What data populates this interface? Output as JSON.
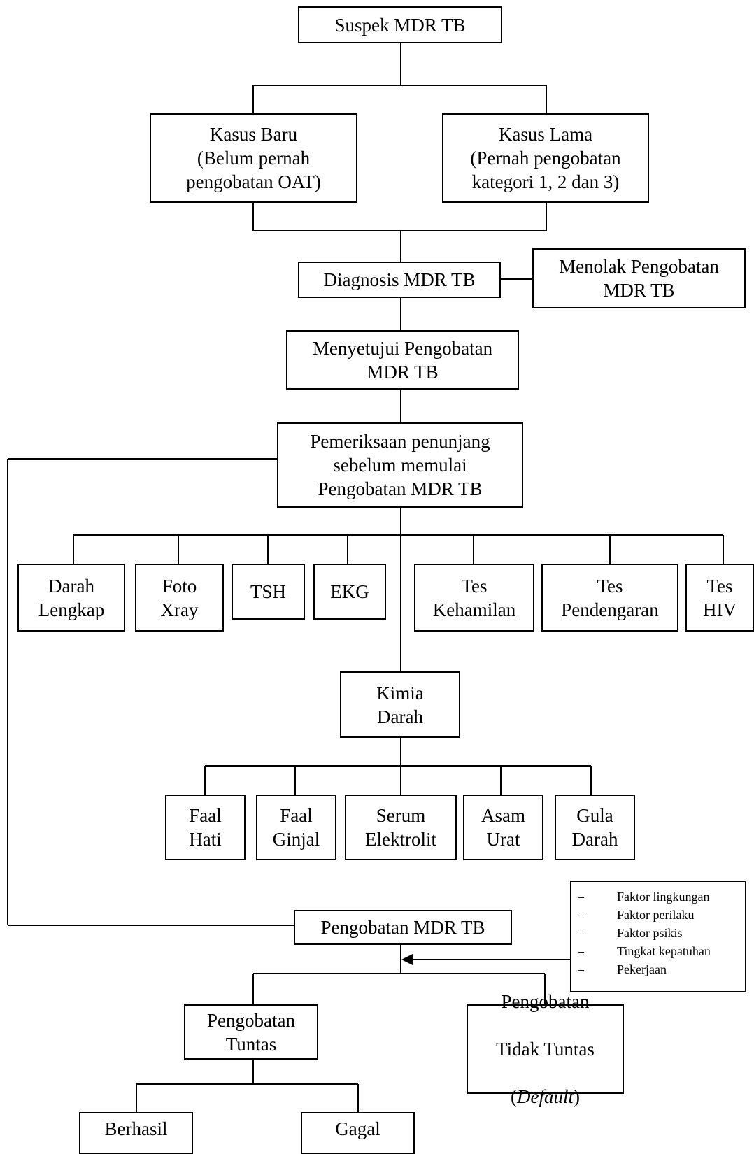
{
  "boxes": {
    "suspek": "Suspek MDR TB",
    "kasus_baru": "Kasus Baru\n(Belum pernah\npengobatan OAT)",
    "kasus_lama": "Kasus Lama\n(Pernah pengobatan\nkategori 1, 2 dan 3)",
    "diagnosis": "Diagnosis MDR TB",
    "menolak": "Menolak Pengobatan\nMDR TB",
    "menyetujui": "Menyetujui Pengobatan\nMDR TB",
    "pemeriksaan": "Pemeriksaan penunjang\nsebelum memulai\nPengobatan MDR TB",
    "darah_lengkap": "Darah\nLengkap",
    "foto_xray": "Foto\nXray",
    "tsh": "TSH",
    "ekg": "EKG",
    "tes_kehamilan": "Tes\nKehamilan",
    "tes_pendengaran": "Tes\nPendengaran",
    "tes_hiv": "Tes\nHIV",
    "kimia_darah": "Kimia\nDarah",
    "faal_hati": "Faal\nHati",
    "faal_ginjal": "Faal\nGinjal",
    "serum_elektrolit": "Serum\nElektrolit",
    "asam_urat": "Asam\nUrat",
    "gula_darah": "Gula\nDarah",
    "pengobatan_mdr": "Pengobatan MDR TB",
    "tuntas": "Pengobatan\nTuntas",
    "tidak_tuntas_line1": "Pengobatan",
    "tidak_tuntas_line2": "Tidak Tuntas",
    "tidak_tuntas_paren_open": "(",
    "tidak_tuntas_default": "Default",
    "tidak_tuntas_paren_close": ")",
    "berhasil": "Berhasil",
    "gagal": "Gagal"
  },
  "factors": {
    "dash": "–",
    "items": [
      "Faktor lingkungan",
      "Faktor perilaku",
      "Faktor psikis",
      "Tingkat kepatuhan",
      "Pekerjaan"
    ]
  }
}
